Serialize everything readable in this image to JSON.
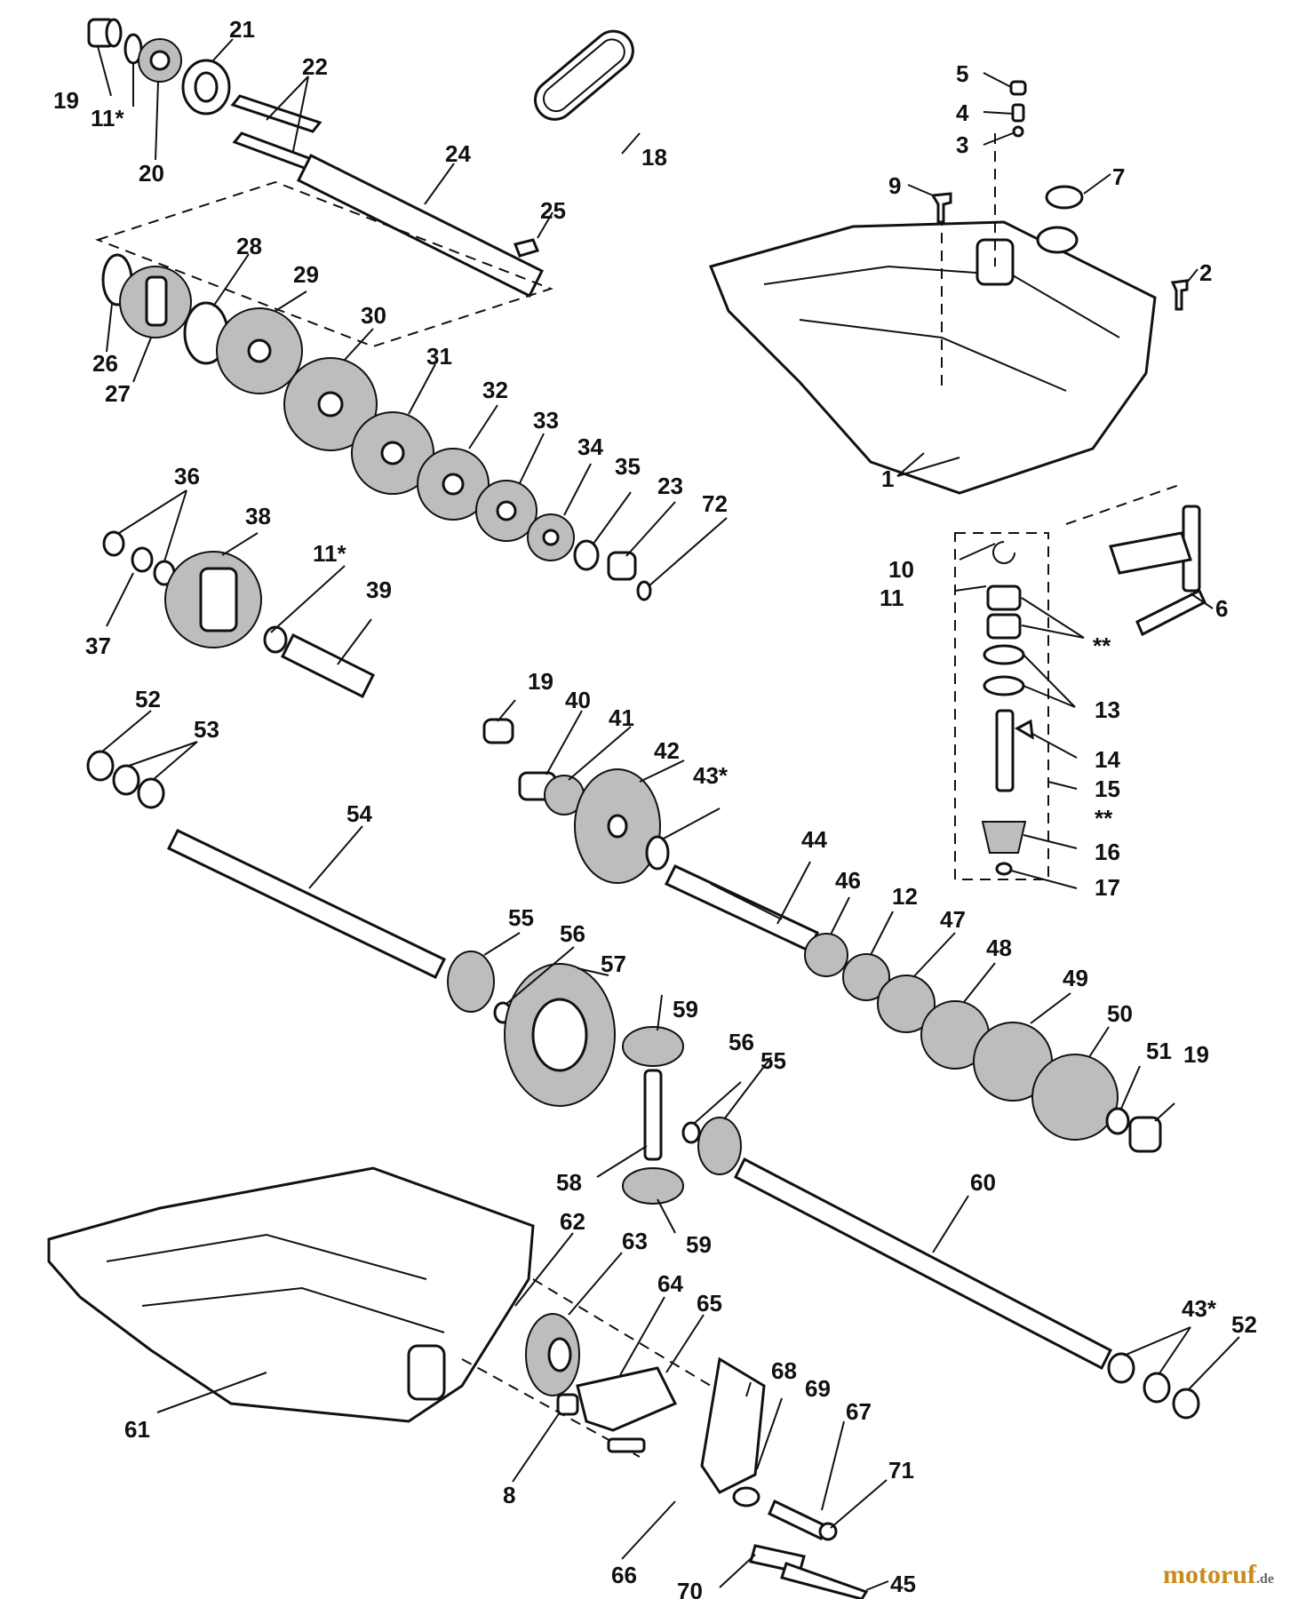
{
  "labels": [
    "19",
    "11*",
    "20",
    "21",
    "22",
    "24",
    "18",
    "25",
    "5",
    "4",
    "3",
    "9",
    "7",
    "2",
    "26",
    "27",
    "28",
    "29",
    "30",
    "31",
    "32",
    "33",
    "34",
    "35",
    "23",
    "72",
    "1",
    "36",
    "38",
    "37",
    "11*",
    "39",
    "10",
    "11",
    "**",
    "13",
    "14",
    "15",
    "**",
    "16",
    "17",
    "6",
    "52",
    "53",
    "54",
    "19",
    "40",
    "41",
    "42",
    "43*",
    "44",
    "55",
    "56",
    "57",
    "59",
    "46",
    "12",
    "47",
    "48",
    "49",
    "50",
    "51",
    "19",
    "56",
    "55",
    "58",
    "59",
    "60",
    "43*",
    "52",
    "61",
    "62",
    "63",
    "64",
    "65",
    "8",
    "68",
    "69",
    "67",
    "71",
    "66",
    "70",
    "45"
  ],
  "watermark": {
    "brand": "motoruf",
    "tld": ".de"
  }
}
